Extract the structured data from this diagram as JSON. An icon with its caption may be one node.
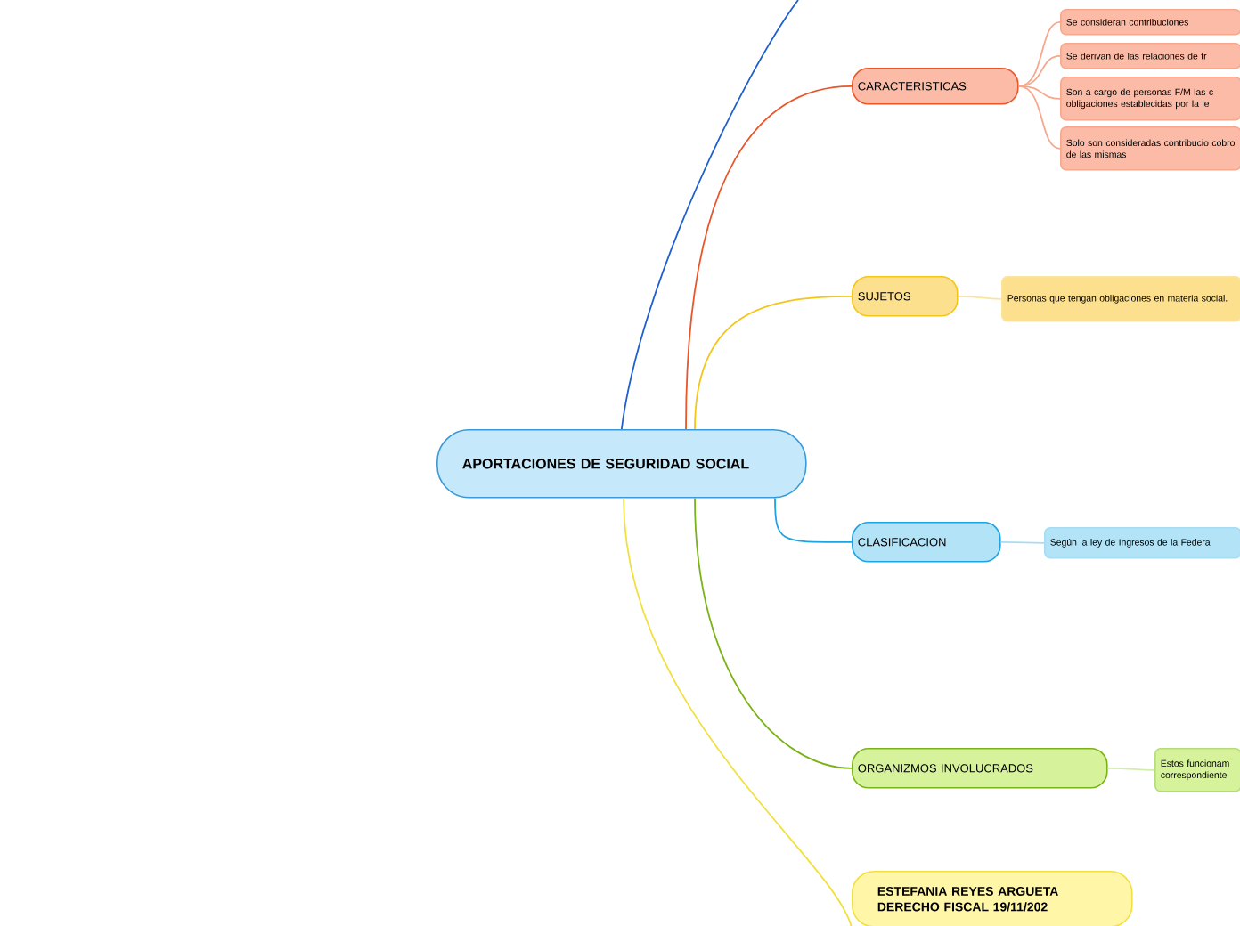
{
  "diagram": {
    "nodes": [
      {
        "text": [
          "APORTACIONES DE SEGURIDAD SOCIAL"
        ]
      },
      {
        "text": [
          "CARACTERISTICAS"
        ]
      },
      {
        "text": [
          "Se consideran contribuciones"
        ]
      },
      {
        "text": [
          "Se derivan de las relaciones de tr"
        ]
      },
      {
        "text": [
          "Son a cargo de personas F/M las c obligaciones establecidas por la le"
        ]
      },
      {
        "text": [
          "Solo son consideradas contribucio cobro de las mismas"
        ]
      },
      {
        "text": [
          "SUJETOS"
        ]
      },
      {
        "text": [
          "Personas que tengan obligaciones en materia social."
        ]
      },
      {
        "text": [
          "CLASIFICACION"
        ]
      },
      {
        "text": [
          "Según la ley de Ingresos de la Federa"
        ]
      },
      {
        "text": [
          "ORGANIZMOS INVOLUCRADOS"
        ]
      },
      {
        "text": [
          "Estos funcionam correspondiente"
        ]
      },
      {
        "text": [
          "ESTEFANIA REYES ARGUETA DERECHO FISCAL 19/11/202"
        ]
      }
    ],
    "edges": [
      {
        "from": 0,
        "to": null,
        "arrow": "none",
        "color": "#1f5fd0"
      },
      {
        "from": 0,
        "to": 1,
        "arrow": "none",
        "color": "#e8562a"
      },
      {
        "from": 1,
        "to": 2,
        "arrow": "none",
        "color": "#f7a78c"
      },
      {
        "from": 1,
        "to": 3,
        "arrow": "none",
        "color": "#f7a78c"
      },
      {
        "from": 1,
        "to": 4,
        "arrow": "none",
        "color": "#f7a78c"
      },
      {
        "from": 1,
        "to": 5,
        "arrow": "none",
        "color": "#f7a78c"
      },
      {
        "from": 0,
        "to": 6,
        "arrow": "none",
        "color": "#f5c518"
      },
      {
        "from": 6,
        "to": 7,
        "arrow": "none",
        "color": "#fbe3a0"
      },
      {
        "from": 0,
        "to": 8,
        "arrow": "none",
        "color": "#1ca3e0"
      },
      {
        "from": 8,
        "to": 9,
        "arrow": "none",
        "color": "#a8dcf3"
      },
      {
        "from": 0,
        "to": 10,
        "arrow": "none",
        "color": "#7ab317"
      },
      {
        "from": 10,
        "to": 11,
        "arrow": "none",
        "color": "#d2ecae"
      },
      {
        "from": 0,
        "to": 12,
        "arrow": "none",
        "color": "#f0e040"
      }
    ]
  }
}
